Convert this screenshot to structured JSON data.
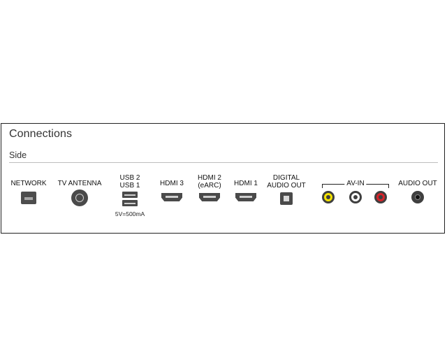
{
  "panel": {
    "title": "Connections",
    "section": "Side"
  },
  "ports": {
    "network": {
      "label": "NETWORK",
      "icon": "rj45-port-icon"
    },
    "tv_antenna": {
      "label": "TV ANTENNA",
      "icon": "coax-port-icon"
    },
    "usb": {
      "label_line1": "USB 2",
      "label_line2": "USB 1",
      "note": "5V=500mA",
      "icon": "usb-port-icon"
    },
    "hdmi3": {
      "label": "HDMI 3",
      "icon": "hdmi-port-icon"
    },
    "hdmi2": {
      "label_line1": "HDMI 2",
      "label_line2": "(eARC)",
      "icon": "hdmi-port-icon"
    },
    "hdmi1": {
      "label": "HDMI 1",
      "icon": "hdmi-port-icon"
    },
    "digital_audio_out": {
      "label_line1": "DIGITAL",
      "label_line2": "AUDIO OUT",
      "icon": "optical-port-icon"
    },
    "av_in": {
      "label": "AV-IN",
      "colors": {
        "video": "#f5e400",
        "audio_left": "#ffffff",
        "audio_right": "#d6232a"
      }
    },
    "audio_out": {
      "label": "AUDIO OUT",
      "icon": "headphone-jack-icon"
    }
  }
}
